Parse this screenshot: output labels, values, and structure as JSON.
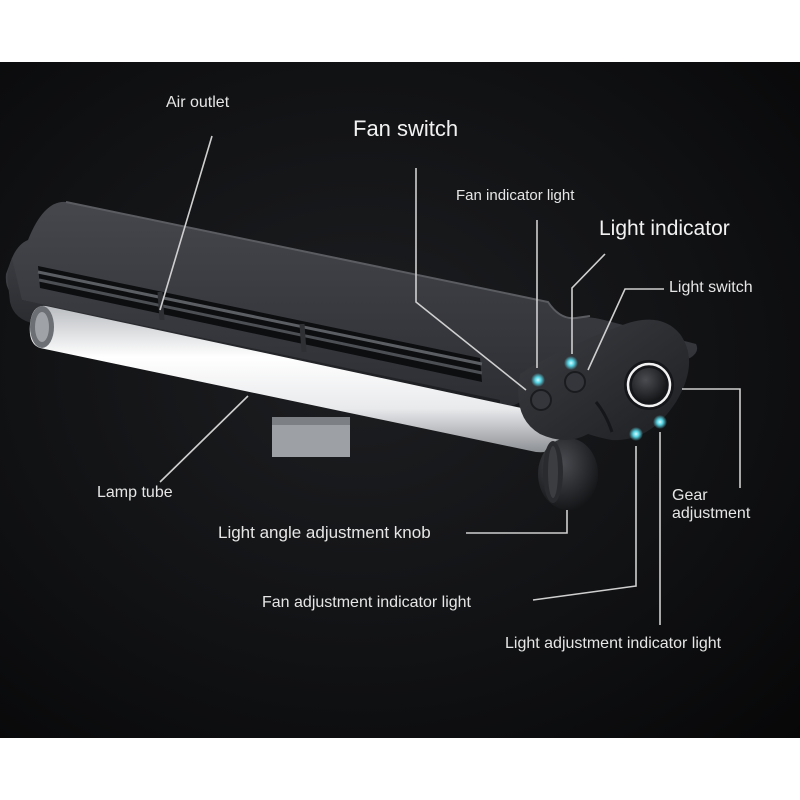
{
  "labels": {
    "air_outlet": "Air outlet",
    "fan_switch": "Fan switch",
    "fan_indicator_light": "Fan indicator light",
    "light_indicator": "Light indicator",
    "light_switch": "Light switch",
    "lamp_tube": "Lamp tube",
    "light_angle_knob": "Light angle adjustment knob",
    "gear_adjustment": "Gear adjustment",
    "fan_adjustment_indicator": "Fan adjustment indicator light",
    "light_adjustment_indicator": "Light adjustment indicator light"
  },
  "colors": {
    "background": "#111214",
    "label_text": "#e6e6e6",
    "leader_line": "#cfcfcf",
    "housing": "#2b2d31",
    "lamp_glow": "#f4f4f4",
    "indicator_led": "#58d6e6"
  }
}
